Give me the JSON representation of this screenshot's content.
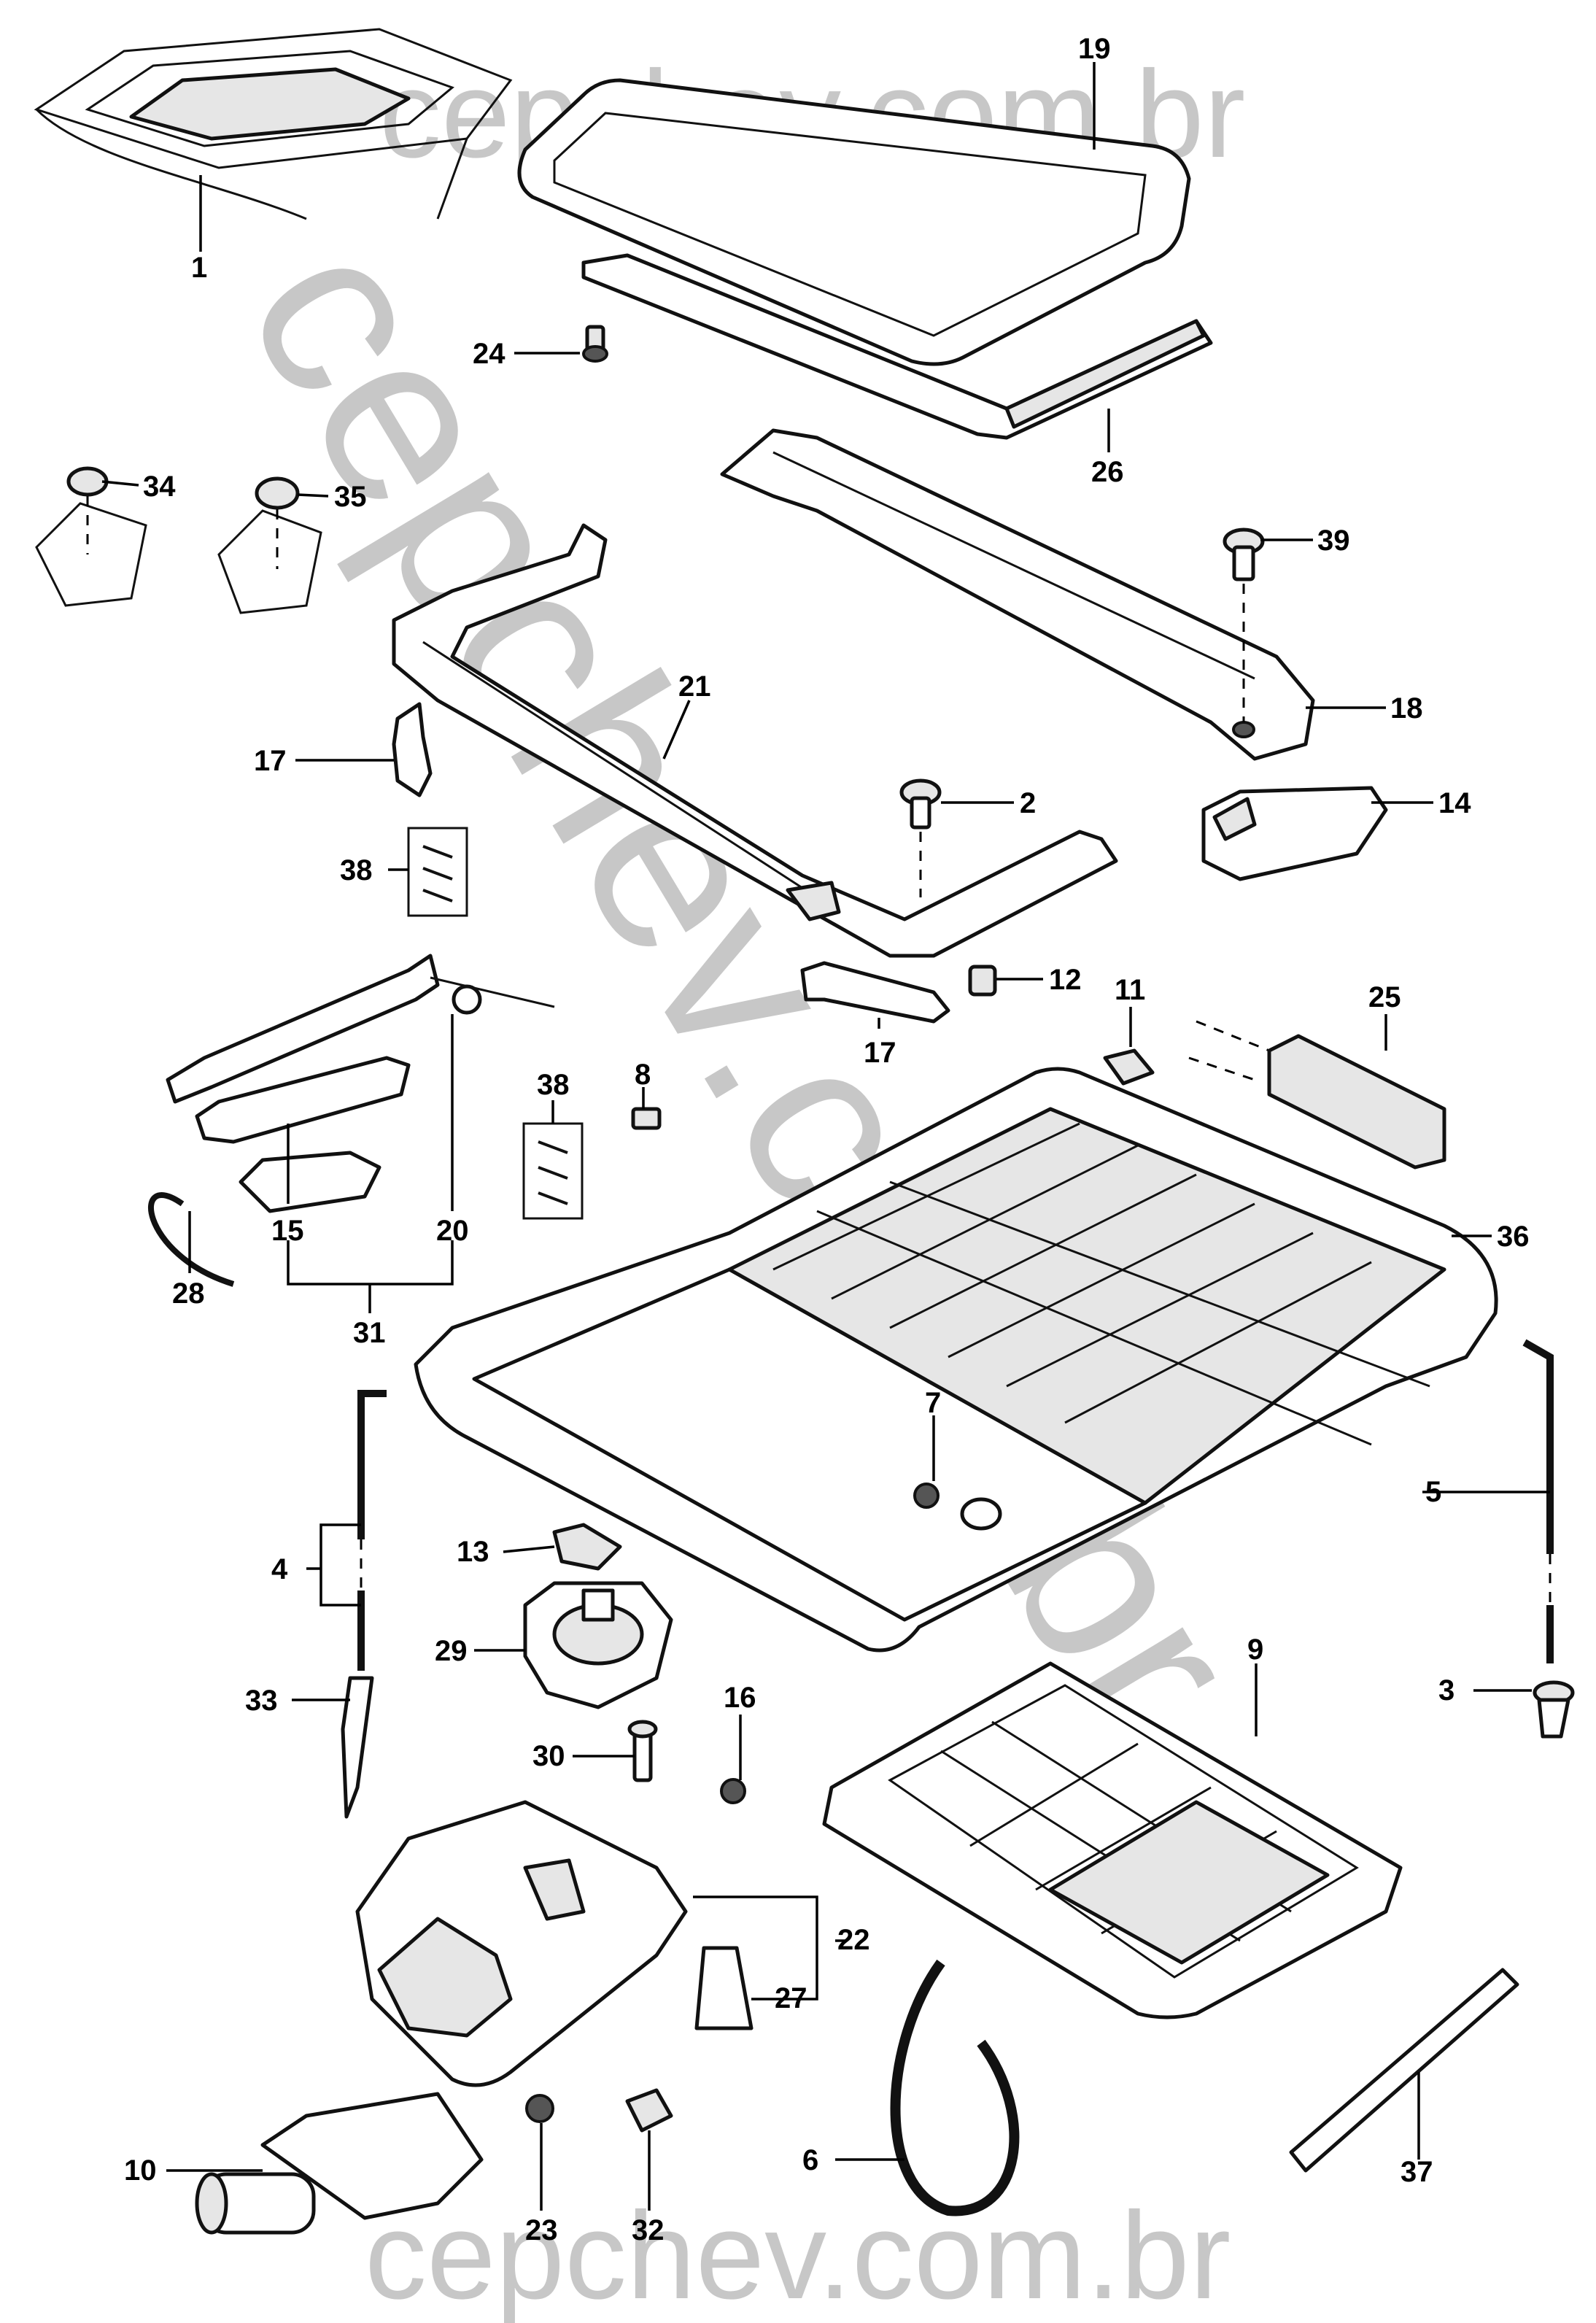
{
  "watermark": {
    "top": "cepchev.com.br",
    "diagonal": "cepchev.com.br",
    "bottom": "cepchev.com.br"
  },
  "callouts": {
    "c1": "1",
    "c2": "2",
    "c3": "3",
    "c4": "4",
    "c5": "5",
    "c6": "6",
    "c7": "7",
    "c8": "8",
    "c9": "9",
    "c10": "10",
    "c11": "11",
    "c12": "12",
    "c13": "13",
    "c14": "14",
    "c15": "15",
    "c16": "16",
    "c17a": "17",
    "c17b": "17",
    "c18": "18",
    "c19": "19",
    "c20": "20",
    "c21": "21",
    "c22": "22",
    "c23": "23",
    "c24": "24",
    "c25": "25",
    "c26": "26",
    "c27": "27",
    "c28": "28",
    "c29": "29",
    "c30": "30",
    "c31": "31",
    "c32": "32",
    "c33": "33",
    "c34": "34",
    "c35": "35",
    "c36": "36",
    "c37": "37",
    "c38a": "38",
    "c38b": "38",
    "c39": "39"
  }
}
